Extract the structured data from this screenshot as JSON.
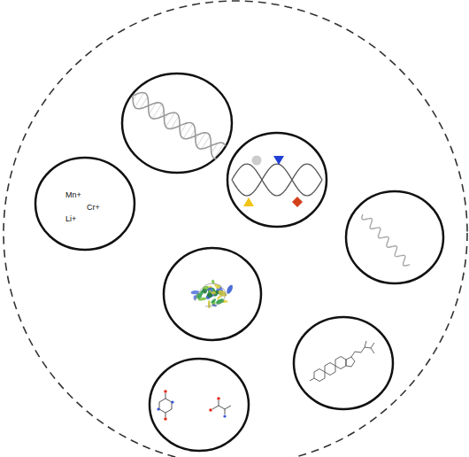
{
  "diagram": {
    "nodes": [
      {
        "text": [
          "Mn+",
          "Cr+",
          "Li+"
        ]
      }
    ]
  }
}
